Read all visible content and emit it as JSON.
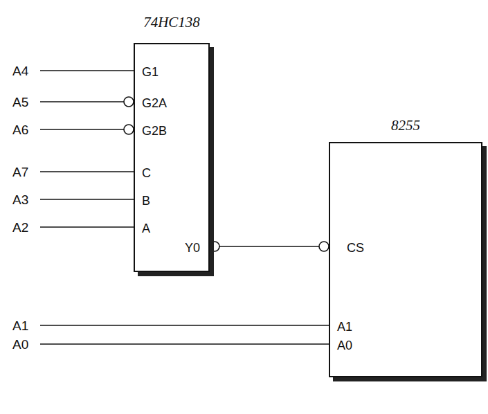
{
  "diagram": {
    "nodes": [
      {
        "text": [
          "74HC138",
          "G1",
          "G2A",
          "G2B",
          "C",
          "B",
          "A",
          "Y0"
        ]
      },
      {
        "text": [
          "8255",
          "CS",
          "A1",
          "A0"
        ]
      }
    ],
    "edges": [
      {
        "from": 0,
        "to": 1,
        "arrow": "none"
      }
    ],
    "labels": [
      "A4",
      "A5",
      "A6",
      "A7",
      "A3",
      "A2",
      "A1",
      "A0"
    ]
  }
}
